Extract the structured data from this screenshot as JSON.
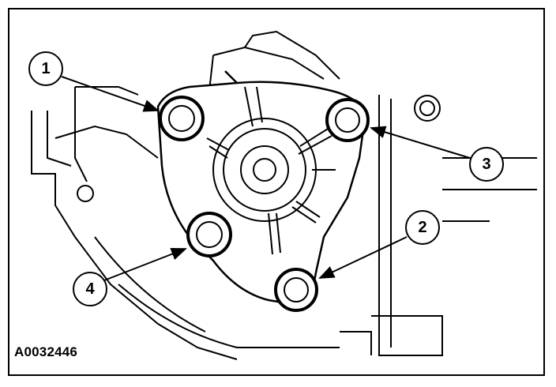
{
  "figure": {
    "id_label": "A0032446"
  },
  "callouts": [
    {
      "number": "1"
    },
    {
      "number": "2"
    },
    {
      "number": "3"
    },
    {
      "number": "4"
    }
  ],
  "colors": {
    "line": "#000000",
    "background": "#ffffff"
  }
}
